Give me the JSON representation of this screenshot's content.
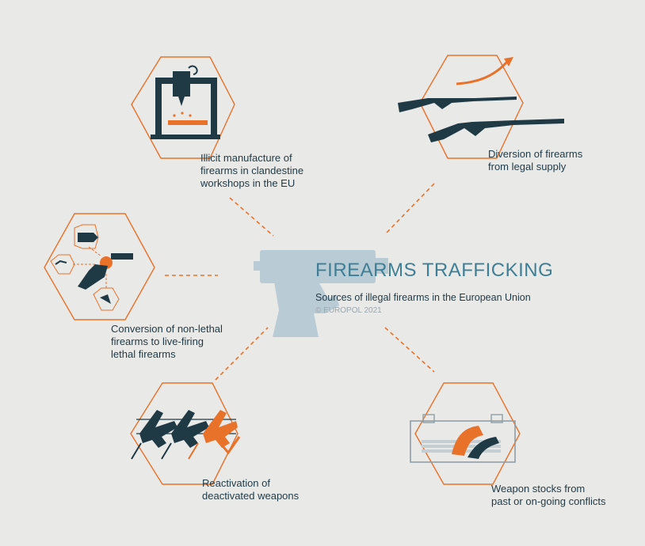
{
  "center": {
    "title": "FIREARMS TRAFFICKING",
    "subtitle": "Sources of illegal firearms in the European Union",
    "copyright": "© EUROPOL 2021"
  },
  "sources": [
    {
      "lines": [
        "Illicit manufacture of",
        "firearms in clandestine",
        "workshops in the EU"
      ],
      "icon": "3d-printer-icon"
    },
    {
      "lines": [
        "Diversion of firearms",
        "from legal supply"
      ],
      "icon": "rifles-icon"
    },
    {
      "lines": [
        "Conversion of non-lethal",
        "firearms to live-firing",
        "lethal firearms"
      ],
      "icon": "revolver-conversion-icon"
    },
    {
      "lines": [
        "Reactivation of",
        "deactivated weapons"
      ],
      "icon": "assault-rifles-icon"
    },
    {
      "lines": [
        "Weapon stocks from",
        "past or on-going conflicts"
      ],
      "icon": "weapon-crate-icon"
    }
  ],
  "colors": {
    "accent": "#e8722a",
    "dark": "#1f3a45",
    "title": "#3f7f95",
    "pistol": "#b9ccd6",
    "background": "#e9e9e8"
  }
}
